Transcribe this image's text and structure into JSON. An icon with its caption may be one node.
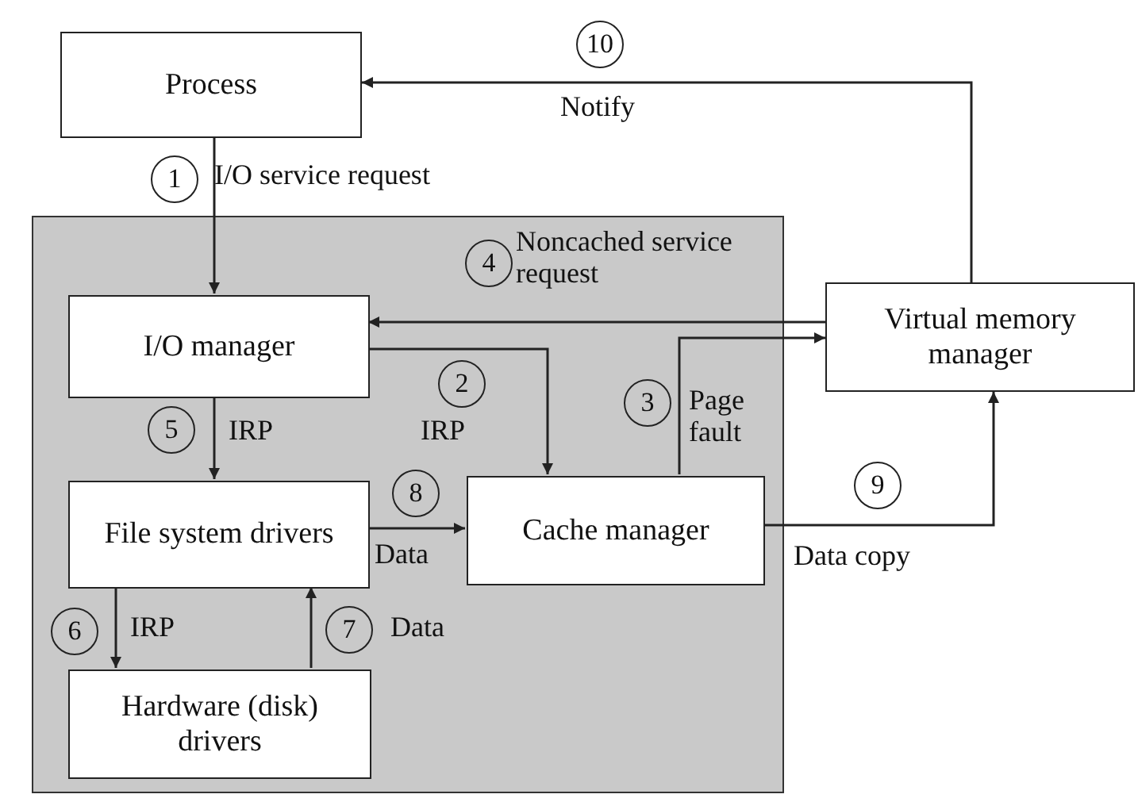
{
  "diagram": {
    "nodes": [
      {
        "text": [
          "Process"
        ]
      },
      {
        "text": [],
        "shape": "box"
      },
      {
        "text": [
          "I/O manager"
        ],
        "in": 1
      },
      {
        "text": [
          "File system drivers"
        ],
        "in": 1
      },
      {
        "text": [
          "Hardware (disk) drivers"
        ],
        "in": 1
      },
      {
        "text": [
          "Cache manager"
        ],
        "in": 1
      },
      {
        "text": [
          "Virtual memory manager"
        ]
      }
    ],
    "edges": [
      {
        "from": 0,
        "to": 2,
        "arrow": "to",
        "label": "I/O service request"
      },
      {
        "from": 2,
        "to": 5,
        "arrow": "to",
        "label": "IRP"
      },
      {
        "from": 6,
        "to": 2,
        "arrow": "to",
        "label": "Noncached service request"
      },
      {
        "from": 5,
        "to": 6,
        "arrow": "to",
        "label": "Page fault"
      },
      {
        "from": 2,
        "to": 3,
        "arrow": "to",
        "label": "IRP"
      },
      {
        "from": 3,
        "to": 4,
        "arrow": "to",
        "label": "IRP"
      },
      {
        "from": 4,
        "to": 3,
        "arrow": "to",
        "label": "Data"
      },
      {
        "from": 3,
        "to": 5,
        "arrow": "to",
        "label": "Data"
      },
      {
        "from": 5,
        "to": 6,
        "arrow": "to",
        "label": "Data copy"
      },
      {
        "from": 6,
        "to": 0,
        "arrow": "to",
        "label": "Notify"
      }
    ],
    "labels": [
      "10",
      "1",
      "4",
      "2",
      "3",
      "5",
      "8",
      "9",
      "6",
      "7"
    ]
  }
}
